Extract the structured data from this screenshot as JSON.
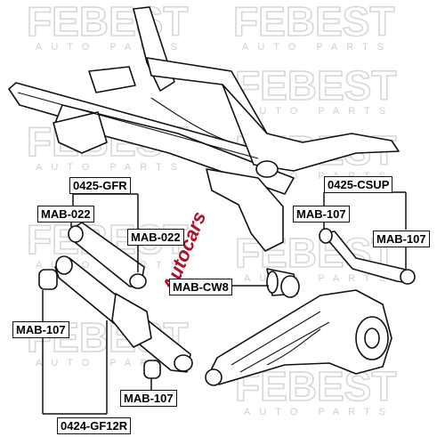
{
  "watermark": {
    "brand": "FEBEST",
    "tagline": "AUTO PARTS"
  },
  "stamp": {
    "text": "Autocars"
  },
  "labels": {
    "frame_kit": "0425-GFR",
    "left_upper_bushing": "MAB-022",
    "right_upper_bushing": "MAB-022",
    "mount_bushing": "MAB-CW8",
    "lower_arm_outer_bushing": "MAB-107",
    "lower_arm_inner_bushing": "MAB-107",
    "lower_arm_kit": "0424-GF12R",
    "rear_arm_kit": "0425-CSUP",
    "rear_arm_left_bushing": "MAB-107",
    "rear_arm_right_bushing": "MAB-107"
  }
}
